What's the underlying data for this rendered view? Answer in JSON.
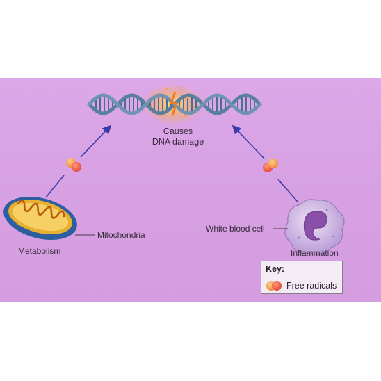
{
  "caption": {
    "line1": "Causes",
    "line2": "DNA damage"
  },
  "labels": {
    "mitochondria": "Mitochondria",
    "metabolism": "Metabolism",
    "white_blood_cell": "White blood cell",
    "inflammation": "Inflammation"
  },
  "key": {
    "title": "Key:",
    "free_radicals": "Free radicals"
  },
  "colors": {
    "background": "#d8a2e4",
    "dna_strand": "#5a7f9e",
    "arrow": "#3a3aa8",
    "free_radical_orange": "#f08a3c",
    "free_radical_red": "#e04a3a",
    "mitochondria_outer": "#2d5fa0",
    "mitochondria_inner": "#e0a028",
    "cell_body": "#c8aee0",
    "cell_nucleus": "#8a4fa8"
  },
  "icons": {
    "dna": "dna-helix-icon",
    "mitochondria": "mitochondria-icon",
    "white_blood_cell": "white-blood-cell-icon",
    "free_radical": "free-radical-icon"
  }
}
